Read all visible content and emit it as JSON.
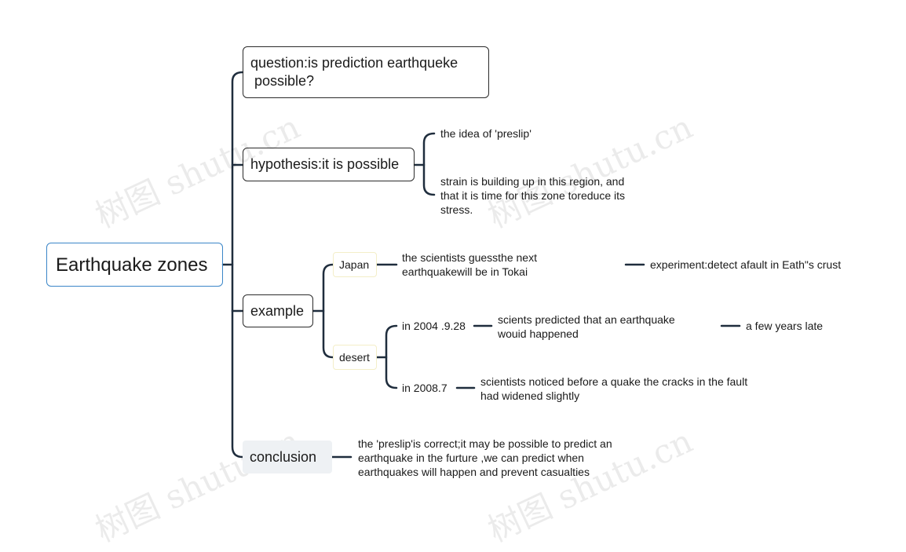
{
  "root": {
    "label": "Earthquake zones"
  },
  "branches": {
    "question": {
      "label_lines": [
        "question:is prediction earthqueke",
        " possible?"
      ]
    },
    "hypothesis": {
      "label": "hypothesis:it is possible",
      "children": [
        {
          "lines": [
            "the idea of 'preslip'"
          ]
        },
        {
          "lines": [
            "strain is building up in this region, and",
            "that it is time for this zone toreduce its",
            "stress."
          ]
        }
      ]
    },
    "example": {
      "label": "example",
      "japan": {
        "label": "Japan",
        "detail_lines": [
          "the scientists guessthe next",
          "earthquakewill be in Tokai"
        ],
        "followup": "experiment:detect afault in Eath\"s crust"
      },
      "desert": {
        "label": "desert",
        "items": [
          {
            "date": "in 2004 .9.28",
            "detail_lines": [
              "scients predicted that an earthquake",
              "wouid happened"
            ],
            "followup": "a few years late"
          },
          {
            "date": "in 2008.7",
            "detail_lines": [
              "scientists noticed before a quake the cracks in the fault",
              "had widened slightly"
            ]
          }
        ]
      }
    },
    "conclusion": {
      "label": "conclusion",
      "detail_lines": [
        "the 'preslip'is correct;it may be possible to predict an",
        "earthquake in the furture ,we can predict when",
        "earthquakes will happen and prevent casualties"
      ]
    }
  },
  "watermark": "树图 shutu.cn",
  "colors": {
    "root_border": "#3b86c8",
    "connector": "#1f2d3d",
    "pill_border": "#f3eec8",
    "conclusion_bg": "#eef1f4"
  }
}
